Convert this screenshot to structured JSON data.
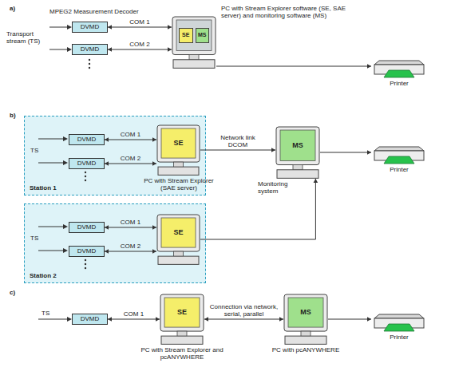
{
  "diagram": {
    "nodes": [
      {
        "text": [
          "DVMD"
        ]
      },
      {
        "text": [
          "DVMD"
        ]
      },
      {
        "text": [
          "SE",
          "MS",
          "PC with Stream Explorer software (SE, SAE server) and monitoring software (MS)"
        ]
      },
      {
        "text": [
          "Printer"
        ]
      },
      {
        "text": [
          "Station 1"
        ]
      },
      {
        "text": [
          "DVMD"
        ],
        "in": 4
      },
      {
        "text": [
          "DVMD"
        ],
        "in": 4
      },
      {
        "text": [
          "SE",
          "PC with Stream Explorer (SAE server)"
        ],
        "in": 4
      },
      {
        "text": [
          "MS",
          "Monitoring system"
        ]
      },
      {
        "text": [
          "Printer"
        ]
      },
      {
        "text": [
          "Station 2"
        ]
      },
      {
        "text": [
          "DVMD"
        ],
        "in": 10
      },
      {
        "text": [
          "DVMD"
        ],
        "in": 10
      },
      {
        "text": [
          "SE"
        ],
        "in": 10
      },
      {
        "text": [
          "DVMD"
        ]
      },
      {
        "text": [
          "SE",
          "PC with Stream Explorer and pcANYWHERE"
        ]
      },
      {
        "text": [
          "MS",
          "PC with pcANYWHERE"
        ]
      },
      {
        "text": [
          "Printer"
        ]
      }
    ],
    "edges": [
      {
        "from": 0,
        "to": 2,
        "label": "COM 1",
        "arrow": "both"
      },
      {
        "from": 1,
        "to": 2,
        "label": "COM 2",
        "arrow": "both"
      },
      {
        "from": 2,
        "to": 3,
        "arrow": "to"
      },
      {
        "from": 5,
        "to": 7,
        "label": "COM 1",
        "arrow": "both"
      },
      {
        "from": 6,
        "to": 7,
        "label": "COM 2",
        "arrow": "both"
      },
      {
        "from": 7,
        "to": 8,
        "label": "Network link DCOM",
        "arrow": "to"
      },
      {
        "from": 11,
        "to": 13,
        "label": "COM 1",
        "arrow": "both"
      },
      {
        "from": 12,
        "to": 13,
        "label": "COM 2",
        "arrow": "both"
      },
      {
        "from": 13,
        "to": 8,
        "arrow": "to"
      },
      {
        "from": 8,
        "to": 9,
        "arrow": "to"
      },
      {
        "from": 14,
        "to": 15,
        "label": "COM 1",
        "arrow": "both"
      },
      {
        "from": 15,
        "to": 16,
        "label": "Connection via network, serial, parallel",
        "arrow": "both"
      },
      {
        "from": 16,
        "to": 17,
        "arrow": "to"
      }
    ],
    "labels": [
      "a)",
      "MPEG2 Measurement Decoder",
      "Transport stream (TS)",
      "b)",
      "TS",
      "TS",
      "c)",
      "TS"
    ]
  }
}
